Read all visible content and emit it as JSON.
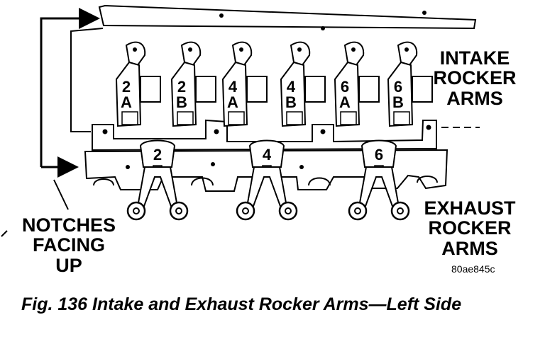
{
  "labels": {
    "intake": [
      "INTAKE",
      "ROCKER",
      "ARMS"
    ],
    "exhaust": [
      "EXHAUST",
      "ROCKER",
      "ARMS"
    ],
    "notches": [
      "NOTCHES",
      "FACING",
      "UP"
    ],
    "ref_code": "80ae845c",
    "caption": "Fig. 136 Intake and Exhaust Rocker Arms—Left Side"
  },
  "intake_arms": [
    {
      "num": "2",
      "letter": "A"
    },
    {
      "num": "2",
      "letter": "B"
    },
    {
      "num": "4",
      "letter": "A"
    },
    {
      "num": "4",
      "letter": "B"
    },
    {
      "num": "6",
      "letter": "A"
    },
    {
      "num": "6",
      "letter": "B"
    }
  ],
  "exhaust_arms": [
    "2",
    "4",
    "6"
  ]
}
